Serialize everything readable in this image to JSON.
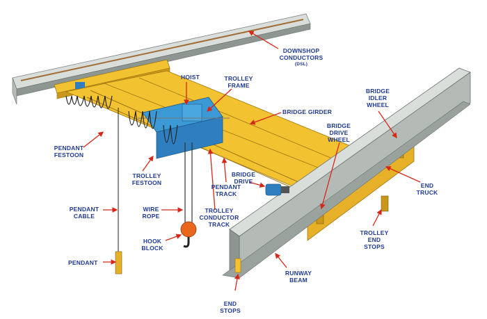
{
  "diagram": {
    "labels": {
      "downshop_conductors": "DOWNSHOP CONDUCTORS",
      "dsl": "(DSL)",
      "hoist": "HOIST",
      "trolley_frame": "TROLLEY FRAME",
      "bridge_girder": "BRIDGE GIRDER",
      "bridge_idler_wheel": "BRIDGE IDLER WHEEL",
      "bridge_drive_wheel": "BRIDGE DRIVE WHEEL",
      "pendant_festoon": "PENDANT FESTOON",
      "trolley_festoon": "TROLLEY FESTOON",
      "bridge_drive": "BRIDGE DRIVE",
      "pendant_track": "PENDANT TRACK",
      "end_truck": "END TRUCK",
      "pendant_cable": "PENDANT CABLE",
      "wire_rope": "WIRE ROPE",
      "trolley_conductor_track": "TROLLEY CONDUCTOR TRACK",
      "hook_block": "HOOK BLOCK",
      "trolley_end_stops": "TROLLEY END STOPS",
      "pendant": "PENDANT",
      "runway_beam": "RUNWAY BEAM",
      "end_stops": "END STOPS"
    },
    "colors": {
      "label": "#1f3a93",
      "arrow": "#d62718",
      "girder": "#f2c230",
      "girder_dark": "#c9981a",
      "beam_light": "#d9dedb",
      "beam_mid": "#b4bbb7",
      "beam_dark": "#8e9692",
      "hoist": "#3b9ad6",
      "hook": "#e8671c",
      "motor": "#2f7fc0"
    }
  }
}
